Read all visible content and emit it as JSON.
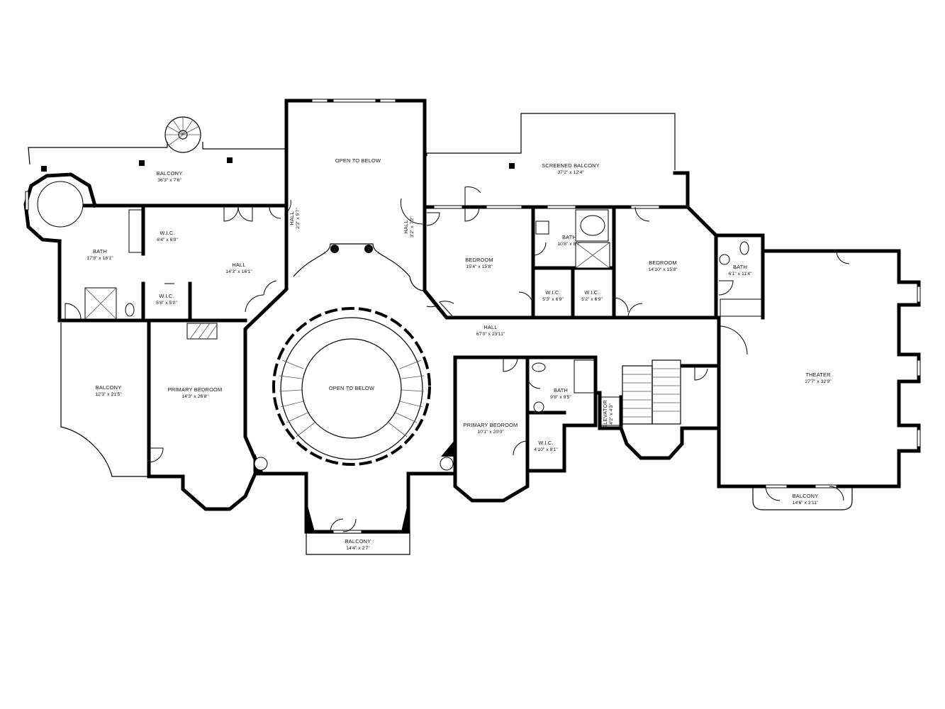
{
  "rooms": [
    {
      "id": "balcony-top-left",
      "name": "BALCONY",
      "dim": "36'3\" x 7'6\""
    },
    {
      "id": "open-to-below-top",
      "name": "OPEN TO BELOW",
      "dim": ""
    },
    {
      "id": "screened-balcony",
      "name": "SCREENED BALCONY",
      "dim": "37'2\" x 12'4\""
    },
    {
      "id": "wic-upper-left",
      "name": "W.I.C.",
      "dim": "6'4\" x 6'9\""
    },
    {
      "id": "hall-small-left",
      "name": "HALL",
      "dim": "2'3\" x 5'7\""
    },
    {
      "id": "hall-small-right",
      "name": "HALL",
      "dim": "3'2\" x 7'2\""
    },
    {
      "id": "bath-upper-left",
      "name": "BATH",
      "dim": "17'8\" x 16'1\""
    },
    {
      "id": "hall-left",
      "name": "HALL",
      "dim": "14'3\" x 16'1\""
    },
    {
      "id": "wic-lower-left",
      "name": "W.I.C.",
      "dim": "5'8\" x 5'0\""
    },
    {
      "id": "bedroom-center",
      "name": "BEDROOM",
      "dim": "15'4\" x 15'8\""
    },
    {
      "id": "bath-center",
      "name": "BATH",
      "dim": "10'8\" x 8'7\""
    },
    {
      "id": "bedroom-right",
      "name": "BEDROOM",
      "dim": "14'10\" x 15'8\""
    },
    {
      "id": "bath-small-right",
      "name": "BATH",
      "dim": "6'1\" x 11'4\""
    },
    {
      "id": "wic-center-a",
      "name": "W.I.C.",
      "dim": "5'3\" x 6'9\""
    },
    {
      "id": "wic-center-b",
      "name": "W.I.C.",
      "dim": "5'2\" x 6'9\""
    },
    {
      "id": "hall-main",
      "name": "HALL",
      "dim": "67'0\" x 23'11\""
    },
    {
      "id": "balcony-left",
      "name": "BALCONY",
      "dim": "12'3\" x 21'5\""
    },
    {
      "id": "primary-bedroom-left",
      "name": "PRIMARY BEDROOM",
      "dim": "14'3\" x 26'8\""
    },
    {
      "id": "open-to-below-rotunda",
      "name": "OPEN TO BELOW",
      "dim": ""
    },
    {
      "id": "bath-lower-center",
      "name": "BATH",
      "dim": "9'8\" x 9'5\""
    },
    {
      "id": "primary-bedroom-center",
      "name": "PRIMARY BEDROOM",
      "dim": "10'1\" x 20'0\""
    },
    {
      "id": "wic-lower-center",
      "name": "W.I.C.",
      "dim": "4'10\" x 8'1\""
    },
    {
      "id": "elevator",
      "name": "ELEVATOR",
      "dim": "4'2\" x 4'3\""
    },
    {
      "id": "theater",
      "name": "THEATER",
      "dim": "27'7\" x 32'9\""
    },
    {
      "id": "balcony-right",
      "name": "BALCONY",
      "dim": "14'6\" x 2'11\""
    },
    {
      "id": "balcony-bottom",
      "name": "BALCONY",
      "dim": "14'4\" x 2'7\""
    }
  ]
}
